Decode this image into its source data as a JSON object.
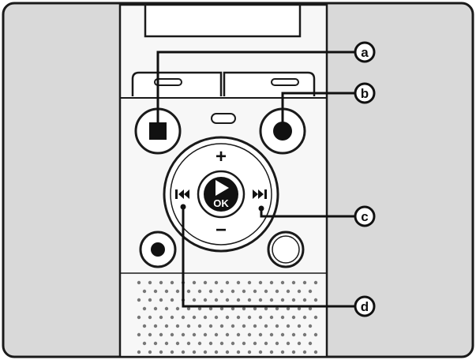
{
  "colors": {
    "panel_gray": "#d8d8d8",
    "body_white": "#f7f7f7",
    "outline": "#1a1a1a",
    "callout_fill": "#ffffff"
  },
  "device": {
    "stop_button_icon": "stop-square",
    "record_button_icon": "record-dot",
    "small_record_button_icon": "record-dot",
    "play_ok_button": {
      "icon": "play-triangle",
      "label": "OK"
    },
    "plus_label": "+",
    "minus_label": "−",
    "rewind_icon": "skip-back",
    "forward_icon": "skip-forward"
  },
  "callouts": [
    {
      "letter": "a"
    },
    {
      "letter": "b"
    },
    {
      "letter": "c"
    },
    {
      "letter": "d"
    }
  ]
}
